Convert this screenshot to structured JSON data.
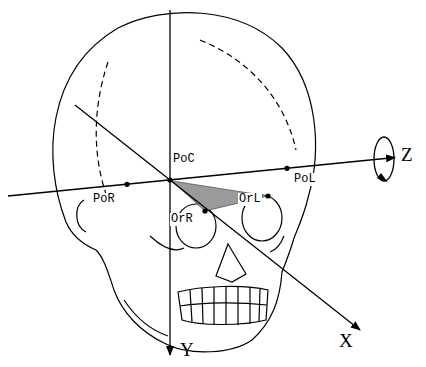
{
  "diagram": {
    "labels": [
      "PoC",
      "PoR",
      "OrR",
      "OrL",
      "PoL",
      "Z",
      "X",
      "Y"
    ]
  }
}
